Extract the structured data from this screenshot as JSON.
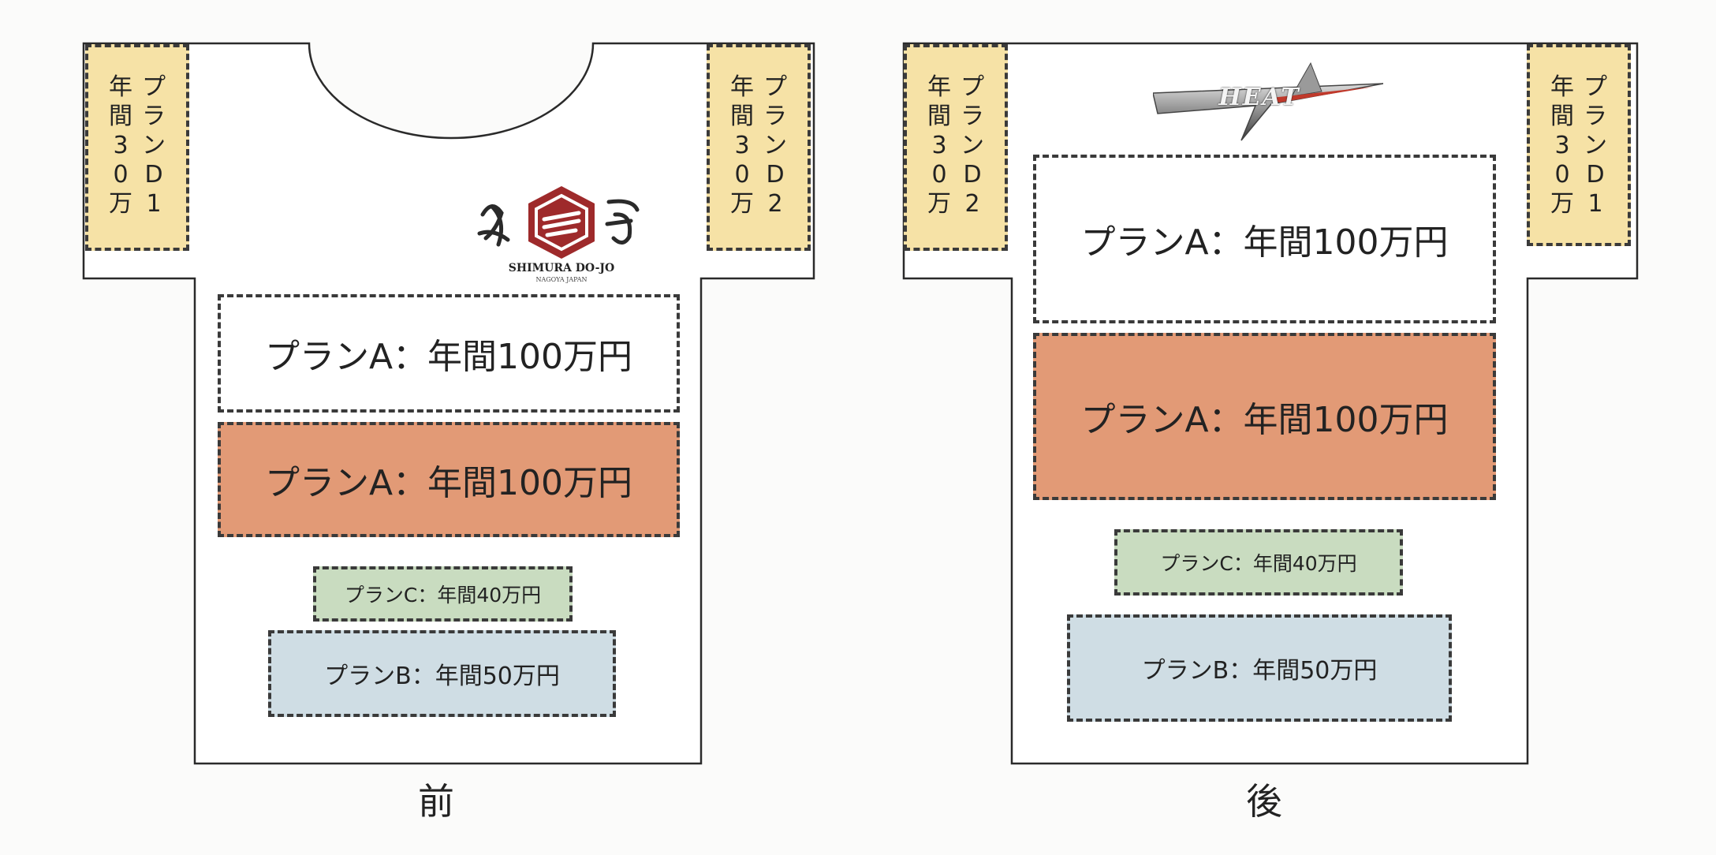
{
  "before": {
    "caption": "前",
    "sleeve_left": "プラン\nD\n1\n年間\n3\n0\n万",
    "sleeve_right": "プラン\nD\n2\n年間\n3\n0\n万",
    "logo_text": "SHIMURA DO-JO",
    "logo_subtext": "NAGOYA JAPAN",
    "boxes": [
      {
        "label": "プランA：年間100万円"
      },
      {
        "label": "プランA：年間100万円"
      },
      {
        "label": "プランC：年間40万円"
      },
      {
        "label": "プランB：年間50万円"
      }
    ]
  },
  "after": {
    "caption": "後",
    "sleeve_left": "プラン\nD\n2\n年間\n3\n0\n万",
    "sleeve_right": "プラン\nD\n1\n年間\n3\n0\n万",
    "logo_text": "HEAT",
    "boxes": [
      {
        "label": "プランA：年間100万円"
      },
      {
        "label": "プランA：年間100万円"
      },
      {
        "label": "プランC：年間40万円"
      },
      {
        "label": "プランB：年間50万円"
      }
    ]
  },
  "colors": {
    "orange": "#e29a76",
    "green": "#c9dcc0",
    "blue": "#cfdde4",
    "yellow": "#f6e2a6",
    "logo_red": "#9e2a2b"
  }
}
